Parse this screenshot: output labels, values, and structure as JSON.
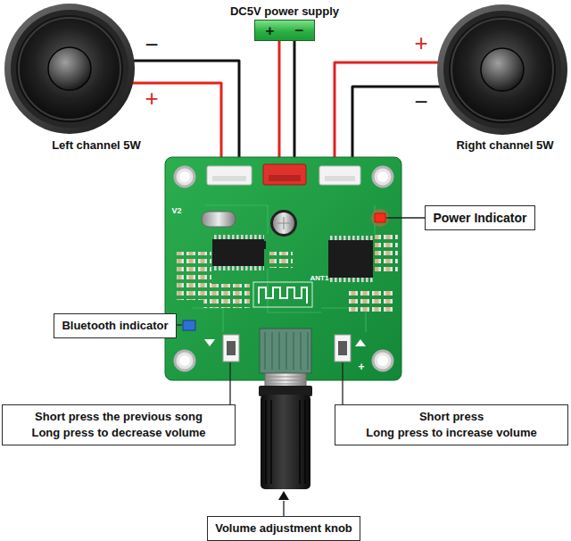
{
  "diagram": {
    "nodes": [
      {
        "text": [
          "DC5V power supply",
          "+",
          "−"
        ]
      },
      {
        "text": [
          "Power Indicator"
        ]
      },
      {
        "text": [
          "Bluetooth indicator"
        ]
      },
      {
        "text": [
          "Short press the previous song",
          "Long press to decrease volume"
        ]
      },
      {
        "text": [
          "Short press",
          "Long press to increase volume"
        ]
      },
      {
        "text": [
          "Volume adjustment knob"
        ]
      }
    ],
    "labels": [
      "−",
      "+",
      "Left channel 5W",
      "+",
      "−",
      "Right channel 5W",
      "V2",
      "ANT1",
      "+"
    ]
  }
}
